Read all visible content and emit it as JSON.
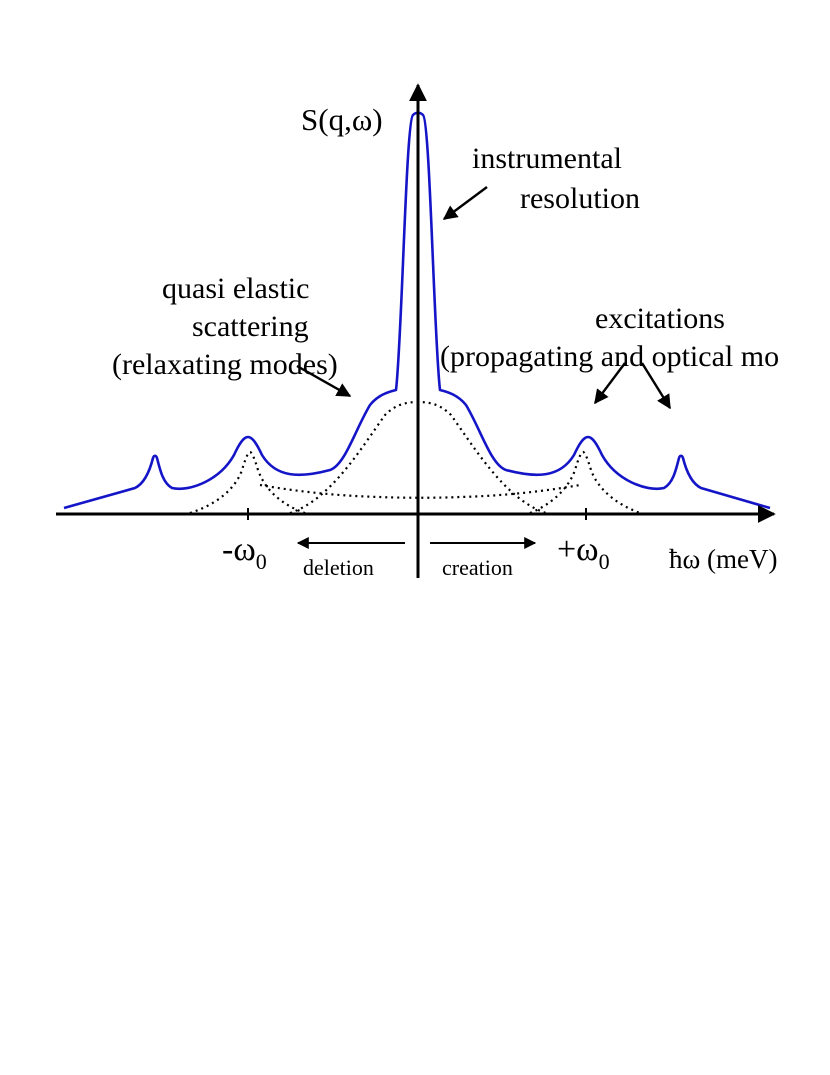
{
  "diagram": {
    "y_axis_label": "S(q,ω)",
    "x_axis_label": "ħω (meV)",
    "tick_left_main": "-ω",
    "tick_left_sub": "0",
    "tick_right_main": "+ω",
    "tick_right_sub": "0",
    "arrow_left_label": "deletion",
    "arrow_right_label": "creation",
    "annotations": {
      "resolution_line1": "instrumental",
      "resolution_line2": "resolution",
      "quasi_line1": "quasi elastic",
      "quasi_line2": "scattering",
      "quasi_line3": "(relaxating modes)",
      "excitations_line1": "excitations",
      "excitations_line2": "(propagating and optical mo"
    },
    "colors": {
      "total_curve": "#1515c8",
      "component_curves": "#000000",
      "axes": "#000000"
    }
  }
}
